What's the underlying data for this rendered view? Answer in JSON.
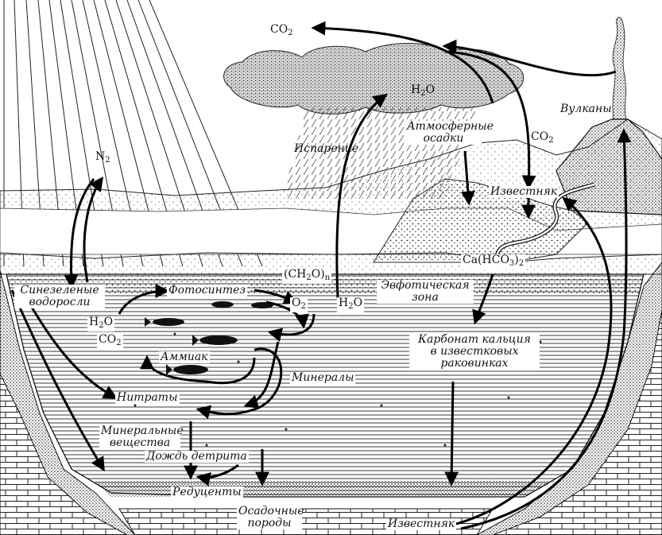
{
  "labels": {
    "co2_top": "CO",
    "co2_top_sub": "2",
    "h2o_cloud": "H",
    "h2o_cloud_sub": "2",
    "h2o_cloud_tail": "O",
    "n2": "N",
    "n2_sub": "2",
    "volcanoes": "Вулканы",
    "co2_volcano": "CO",
    "co2_volcano_sub": "2",
    "precipitation_1": "Атмосферные",
    "precipitation_2": "осадки",
    "evaporation": "Испарение",
    "limestone_top": "Известняк",
    "bicarbonate": "Ca(HCO",
    "bicarbonate_sub1": "3",
    "bicarbonate_tail": ")",
    "bicarbonate_sub2": "2",
    "blue_green_1": "Синезеленые",
    "blue_green_2": "водоросли",
    "photosynthesis": "Фотосинтез",
    "ch2o": "(CH",
    "ch2o_sub": "2",
    "ch2o_tail": "O)",
    "ch2o_n": "n",
    "o2": "O",
    "o2_sub": "2",
    "h2o_left": "H",
    "h2o_left_sub": "2",
    "h2o_left_tail": "O",
    "co2_left": "CO",
    "co2_left_sub": "2",
    "h2o_surface": "H",
    "h2o_surface_sub": "2",
    "h2o_surface_tail": "O",
    "euphotic_1": "Эвфотическая",
    "euphotic_2": "зона",
    "ammonia": "Аммиак",
    "minerals": "Минералы",
    "nitrates": "Нитраты",
    "calcium_1": "Карбонат кальция",
    "calcium_2": "в известковых",
    "calcium_3": "раковинках",
    "mineral_sub_1": "Минеральные",
    "mineral_sub_2": "вещества",
    "detritus": "Дождь  детрита",
    "reducers": "Редуценты",
    "sediment_1": "Осадочные",
    "sediment_2": "породы",
    "limestone_bottom": "Известняк"
  }
}
